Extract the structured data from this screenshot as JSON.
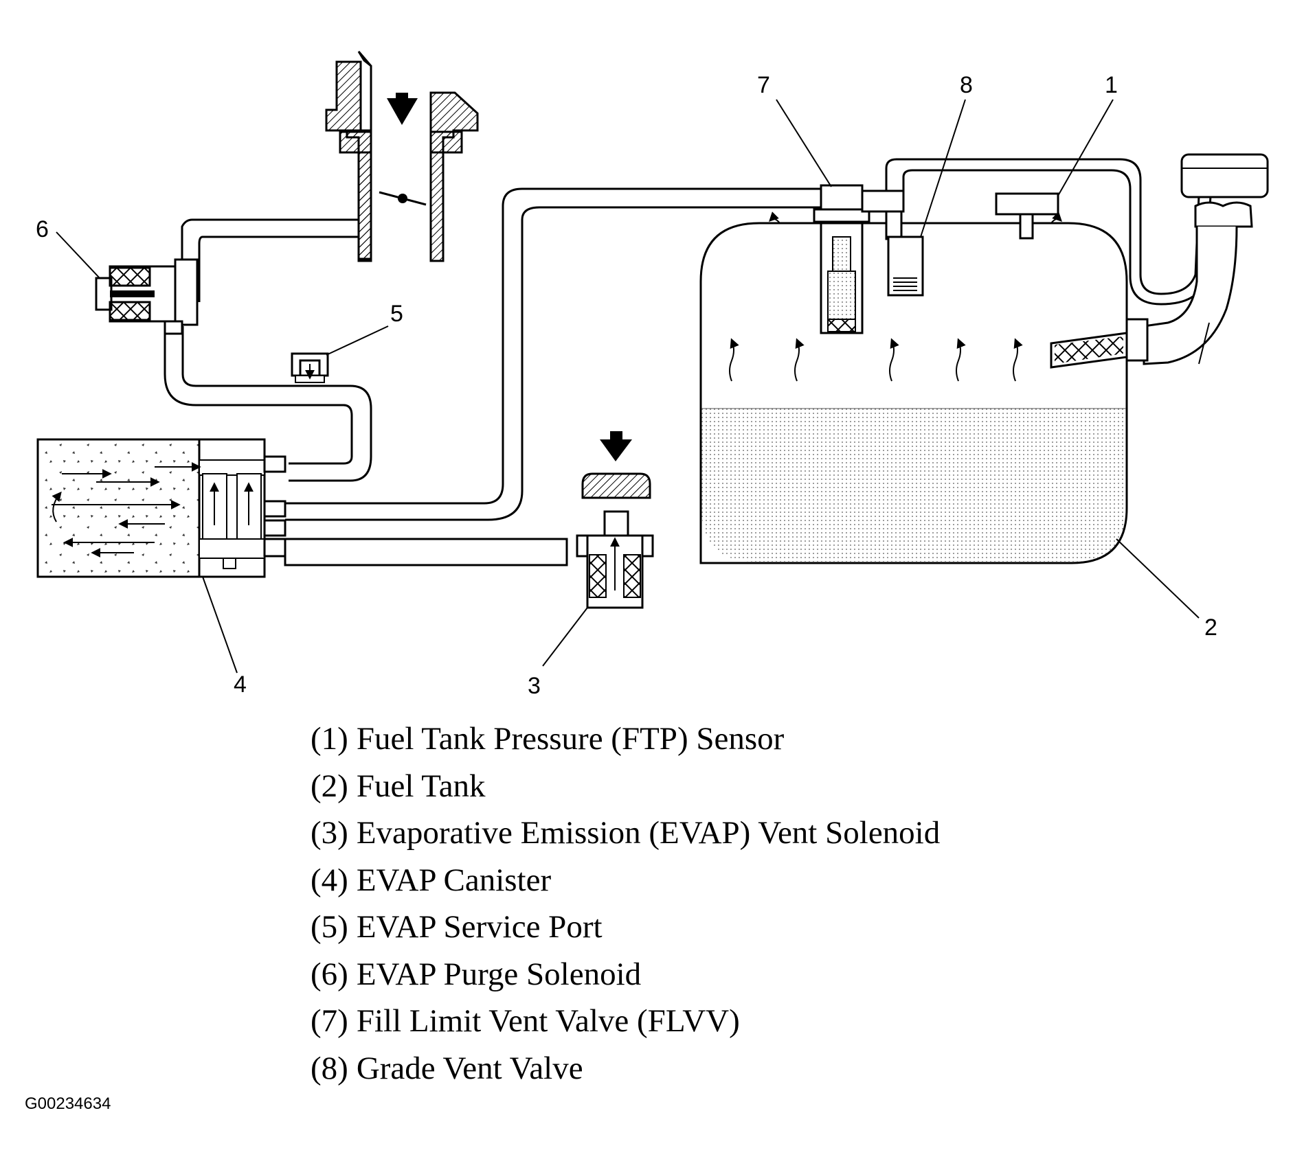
{
  "callouts": {
    "c1": "1",
    "c2": "2",
    "c3": "3",
    "c4": "4",
    "c5": "5",
    "c6": "6",
    "c7": "7",
    "c8": "8"
  },
  "legend": [
    {
      "num": "(1)",
      "text": "Fuel Tank Pressure (FTP) Sensor"
    },
    {
      "num": "(2)",
      "text": "Fuel Tank"
    },
    {
      "num": "(3)",
      "text": "Evaporative Emission (EVAP) Vent Solenoid"
    },
    {
      "num": "(4)",
      "text": "EVAP Canister"
    },
    {
      "num": "(5)",
      "text": "EVAP Service Port"
    },
    {
      "num": "(6)",
      "text": "EVAP Purge Solenoid"
    },
    {
      "num": "(7)",
      "text": "Fill Limit Vent Valve (FLVV)"
    },
    {
      "num": "(8)",
      "text": "Grade Vent Valve"
    }
  ],
  "figure_id": "G00234634"
}
